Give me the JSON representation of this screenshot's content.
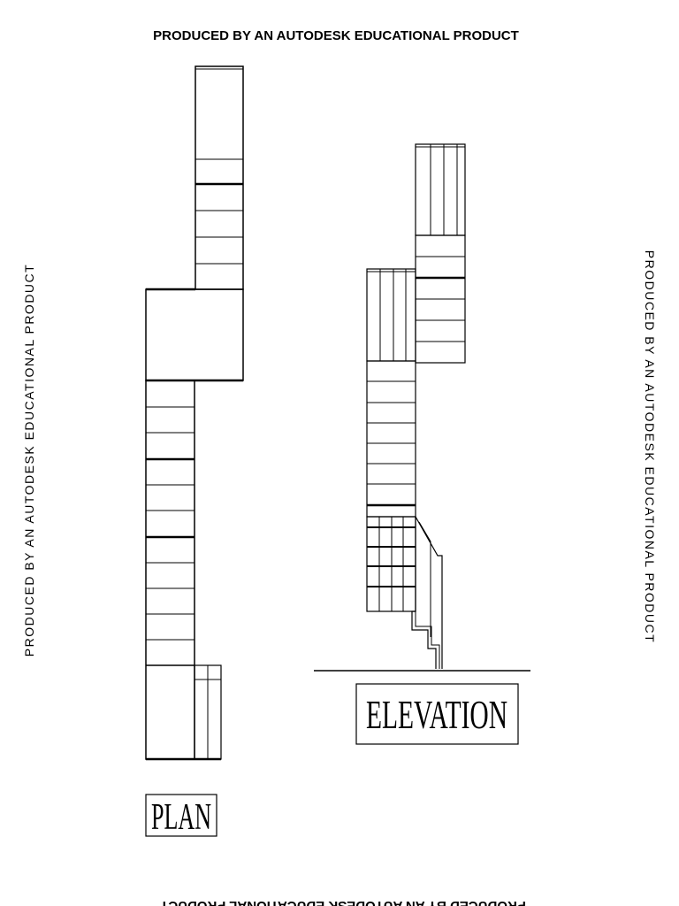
{
  "watermark": {
    "top": "PRODUCED BY AN AUTODESK EDUCATIONAL PRODUCT",
    "bottom": "PRODUCED BY AN AUTODESK EDUCATIONAL PRODUCT",
    "left": "PRODUCED BY AN AUTODESK EDUCATIONAL PRODUCT",
    "right": "PRODUCED BY AN AUTODESK EDUCATIONAL PRODUCT"
  },
  "labels": {
    "plan": "PLAN",
    "elevation": "ELEVATION"
  },
  "colors": {
    "ink": "#000000",
    "paper": "#ffffff"
  }
}
